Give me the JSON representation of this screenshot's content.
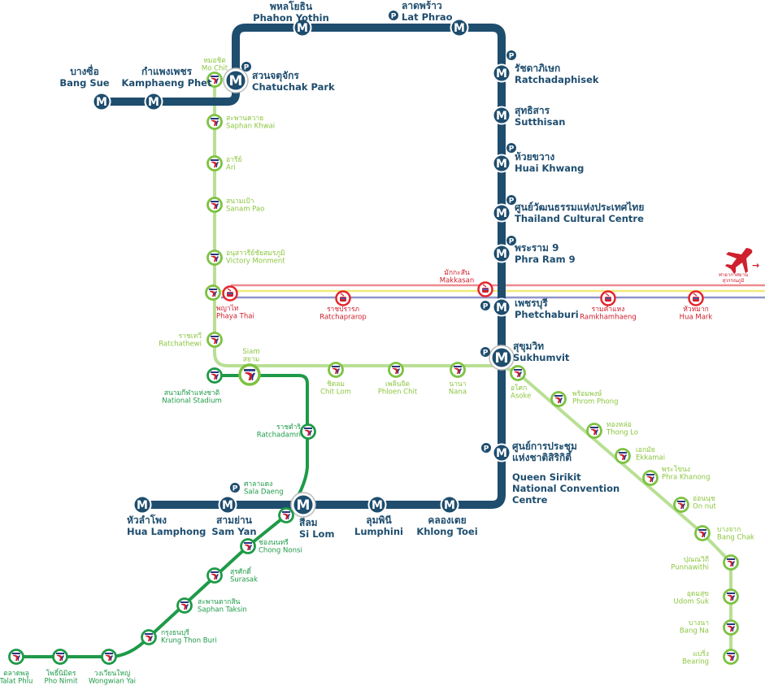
{
  "colors": {
    "mrt": "#1e4d6e",
    "bts_sukhumvit": "#b9df94",
    "bts_sukhumvit_ring": "#7dc242",
    "bts_silom": "#1e9a48",
    "airport_link": "#d0202e",
    "yellow_line": "#f2ea7a",
    "purple_line": "#8f96c8"
  },
  "parking_label": "P",
  "mrt_icon_letter": "M",
  "airport": {
    "icon": "airplane-icon",
    "label_line1": "ท่าอากาศยาน",
    "label_line2": "สุวรรณภูมิ",
    "arrow": "→"
  },
  "mrt": [
    {
      "th": "บางซื่อ",
      "en": "Bang Sue"
    },
    {
      "th": "กำแพงเพชร",
      "en": "Kamphaeng Phet"
    },
    {
      "th": "สวนจตุจักร",
      "en": "Chatuchak Park"
    },
    {
      "th": "พหลโยธิน",
      "en": "Phahon Yothin"
    },
    {
      "th": "ลาดพร้าว",
      "en": "Lat Phrao"
    },
    {
      "th": "รัชดาภิเษก",
      "en": "Ratchadaphisek"
    },
    {
      "th": "สุทธิสาร",
      "en": "Sutthisan"
    },
    {
      "th": "ห้วยขวาง",
      "en": "Huai Khwang"
    },
    {
      "th": "ศูนย์วัฒนธรรมแห่งประเทศไทย",
      "en": "Thailand Cultural Centre"
    },
    {
      "th": "พระราม 9",
      "en": "Phra Ram 9"
    },
    {
      "th": "เพชรบุรี",
      "en": "Phetchaburi"
    },
    {
      "th": "สุขุมวิท",
      "en": "Sukhumvit"
    },
    {
      "th": [
        "ศูนย์การประชุม",
        "แห่งชาติสิริกิติ์"
      ],
      "en": [
        "Queen Sirikit",
        "National Convention",
        "Centre"
      ]
    },
    {
      "th": "คลองเตย",
      "en": "Khlong Toei"
    },
    {
      "th": "ลุมพินี",
      "en": "Lumphini"
    },
    {
      "th": "สีลม",
      "en": "Si Lom"
    },
    {
      "th": "สามย่าน",
      "en": "Sam Yan"
    },
    {
      "th": "หัวลำโพง",
      "en": "Hua Lamphong"
    }
  ],
  "bts_sukhumvit": [
    {
      "th": "หมอชิต",
      "en": "Mo Chit"
    },
    {
      "th": "สะพานควาย",
      "en": "Saphan Khwai"
    },
    {
      "th": "อารีย์",
      "en": "Ari"
    },
    {
      "th": "สนามเป้า",
      "en": "Sanam Pao"
    },
    {
      "th": "อนุสาวรีย์ชัยสมรภูมิ",
      "en": "Victory Monment"
    },
    {
      "th": "",
      "en": ""
    },
    {
      "th": "ราชเทวี",
      "en": "Ratchathewi"
    },
    {
      "th": "สยาม",
      "en": "Siam"
    },
    {
      "th": "ชิดลม",
      "en": "Chit Lom"
    },
    {
      "th": "เพลินจิต",
      "en": "Phloen Chit"
    },
    {
      "th": "นานา",
      "en": "Nana"
    },
    {
      "th": "อโศก",
      "en": "Asoke"
    },
    {
      "th": "พร้อมพงษ์",
      "en": "Phrom Phong"
    },
    {
      "th": "ทองหล่อ",
      "en": "Thong Lo"
    },
    {
      "th": "เอกมัย",
      "en": "Ekkamai"
    },
    {
      "th": "พระโขนง",
      "en": "Phra Khanong"
    },
    {
      "th": "อ่อนนุช",
      "en": "On nut"
    },
    {
      "th": "บางจาก",
      "en": "Bang Chak"
    },
    {
      "th": "ปุณณวิถี",
      "en": "Punnawithi"
    },
    {
      "th": "อุดมสุข",
      "en": "Udom Suk"
    },
    {
      "th": "บางนา",
      "en": "Bang Na"
    },
    {
      "th": "แบริ่ง",
      "en": "Bearing"
    }
  ],
  "bts_silom": [
    {
      "th": "สนามกีฬาแห่งชาติ",
      "en": "National Stadium"
    },
    {
      "th": "ราชดำริ",
      "en": "Ratchadamri"
    },
    {
      "th": "ศาลาแดง",
      "en": "Sala Daeng"
    },
    {
      "th": "ช่องนนทรี",
      "en": "Chong Nonsi"
    },
    {
      "th": "สุรศักดิ์",
      "en": "Surasak"
    },
    {
      "th": "สะพานตากสิน",
      "en": "Saphan Taksin"
    },
    {
      "th": "กรุงธนบุรี",
      "en": "Krung Thon Buri"
    },
    {
      "th": "วงเวียนใหญ่",
      "en": "Wongwian Yai"
    },
    {
      "th": "โพธิ์นิมิตร",
      "en": "Pho Nimit"
    },
    {
      "th": "ตลาดพลู",
      "en": "Talat Phlu"
    }
  ],
  "airport_link": [
    {
      "th": "พญาไท",
      "en": "Phaya Thai"
    },
    {
      "th": "ราชปรารภ",
      "en": "Ratchaprarop"
    },
    {
      "th": "มักกะสัน",
      "en": "Makkasan"
    },
    {
      "th": "รามคำแหง",
      "en": "Ramkhamhaeng"
    },
    {
      "th": "หัวหมาก",
      "en": "Hua Mark"
    }
  ]
}
